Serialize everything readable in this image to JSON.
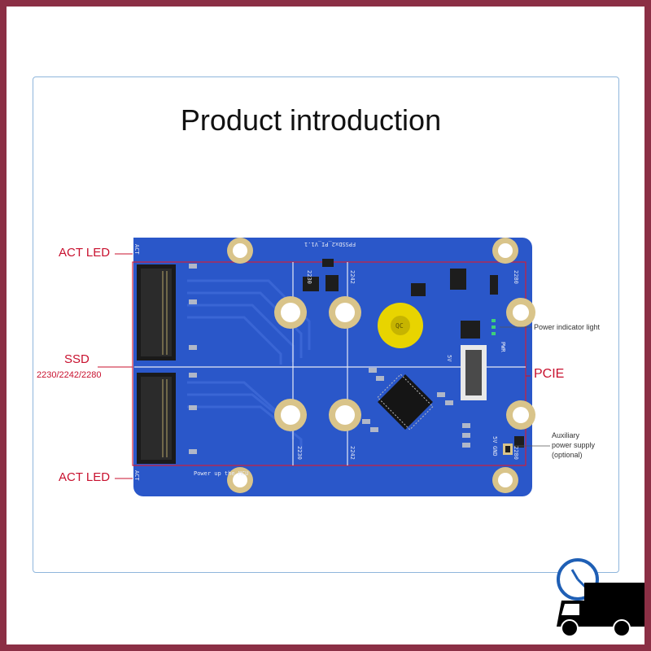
{
  "page": {
    "title": "Product introduction"
  },
  "callouts": {
    "act_led_top": "ACT LED",
    "act_led_bottom": "ACT LED",
    "ssd_title": "SSD",
    "ssd_sizes": "2230/2242/2280",
    "pcie": "PCIE",
    "power_indicator": "Power indicator light",
    "aux_line1": "Auxiliary",
    "aux_line2": "power supply",
    "aux_line3": "(optional)"
  },
  "board": {
    "model": "FPSSDx2_PI_V1.1",
    "slot_top_2230": "2230",
    "slot_top_2242": "2242",
    "slot_top_2280": "2280",
    "slot_bottom_2230": "2230",
    "slot_bottom_2242": "2242",
    "slot_bottom_2280": "2280",
    "qc_sticker": "QC",
    "power_up_text": "Power up the MCU",
    "act_silk_top": "ACT",
    "act_silk_bottom": "ACT",
    "pwr_silk": "PWR",
    "gnd_silk": "GND",
    "five_v_silk": "5V",
    "five_v_top": "5V"
  },
  "colors": {
    "frame": "#8b2f45",
    "card_border": "#8fb6dc",
    "pcb": "#2a57c9",
    "callout_red": "#c8102e",
    "pad_gold": "#d9c48a"
  },
  "badge": {
    "icon": "delivery-truck-icon"
  }
}
